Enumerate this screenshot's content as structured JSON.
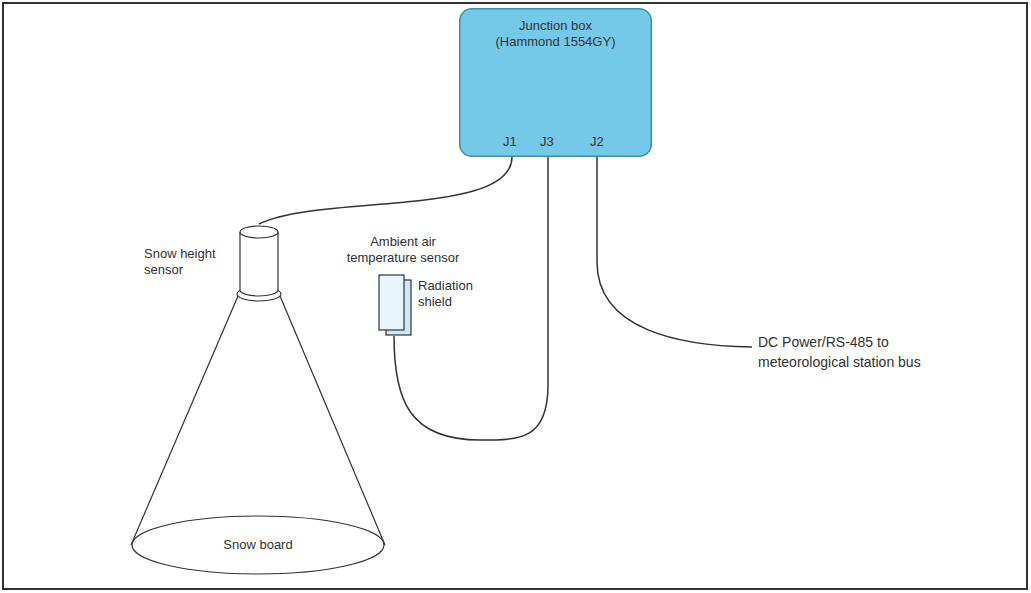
{
  "diagram": {
    "nodes": [
      {
        "text": [
          "Junction box (Hammond 1554GY)"
        ]
      },
      {
        "text": [
          "Snow height sensor"
        ]
      },
      {
        "text": [
          "Ambient air temperature sensor",
          "Radiation shield"
        ]
      },
      {
        "text": [
          "Snow board"
        ]
      }
    ],
    "edges": [
      {
        "from": 0,
        "to": 1,
        "arrow": "none"
      },
      {
        "from": 0,
        "to": 2,
        "arrow": "none"
      }
    ],
    "labels": [
      "J1",
      "J3",
      "J2",
      "DC Power/RS-485 to meteorological station bus"
    ]
  }
}
